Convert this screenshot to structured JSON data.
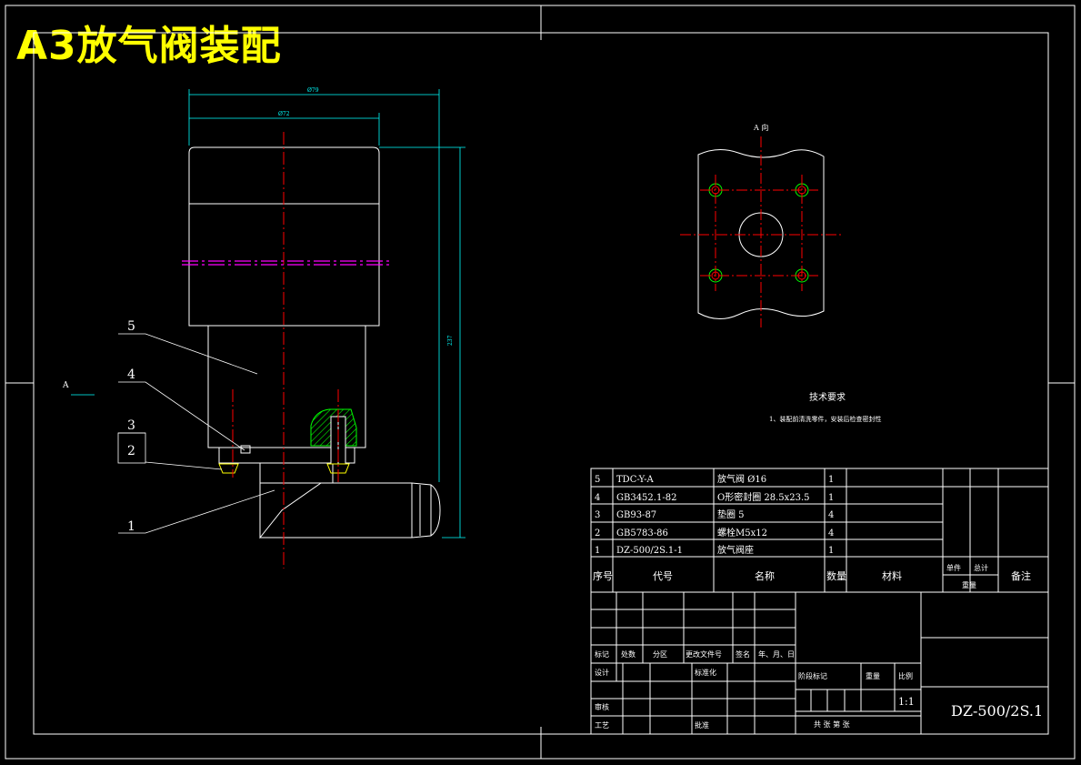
{
  "header": {
    "title": "A3放气阀装配"
  },
  "dimensions": {
    "outer_diameter": "Ø79",
    "inner_diameter": "Ø72",
    "height": "237"
  },
  "view": {
    "arrow_label": "A",
    "section_title": "A 向"
  },
  "notes": {
    "title": "技术要求",
    "line1": "1、装配前清洗零件，安装后检查密封性"
  },
  "balloons": [
    "5",
    "4",
    "3",
    "2",
    "1"
  ],
  "bom": {
    "rows": [
      {
        "no": "5",
        "code": "TDC-Y-A",
        "name": "放气阀 Ø16",
        "qty": "1"
      },
      {
        "no": "4",
        "code": "GB3452.1-82",
        "name": "O形密封圈 28.5x23.5",
        "qty": "1"
      },
      {
        "no": "3",
        "code": "GB93-87",
        "name": "垫圈 5",
        "qty": "4"
      },
      {
        "no": "2",
        "code": "GB5783-86",
        "name": "螺栓M5x12",
        "qty": "4"
      },
      {
        "no": "1",
        "code": "DZ-500/2S.1-1",
        "name": "放气阀座",
        "qty": "1"
      }
    ],
    "headers": {
      "no": "序号",
      "code": "代号",
      "name": "名称",
      "qty": "数量",
      "material": "材料",
      "single": "单件",
      "total": "总计",
      "weight": "重量",
      "remark": "备注"
    }
  },
  "title_block": {
    "rev_labels": [
      "标记",
      "处数",
      "分区",
      "更改文件号",
      "签名",
      "年、月、日"
    ],
    "design": "设计",
    "standardize": "标准化",
    "review": "审核",
    "craft": "工艺",
    "approve": "批准",
    "stage": "阶段标记",
    "weight": "重量",
    "scale_label": "比例",
    "scale": "1:1",
    "sheets": "共    张    第    张",
    "drawing_no": "DZ-500/2S.1"
  },
  "colors": {
    "title": "#ffff00",
    "lines": "#ffffff",
    "center": "#ff0000",
    "dim": "#00ffff",
    "hatch": "#00ff00",
    "section": "#ff00ff"
  }
}
